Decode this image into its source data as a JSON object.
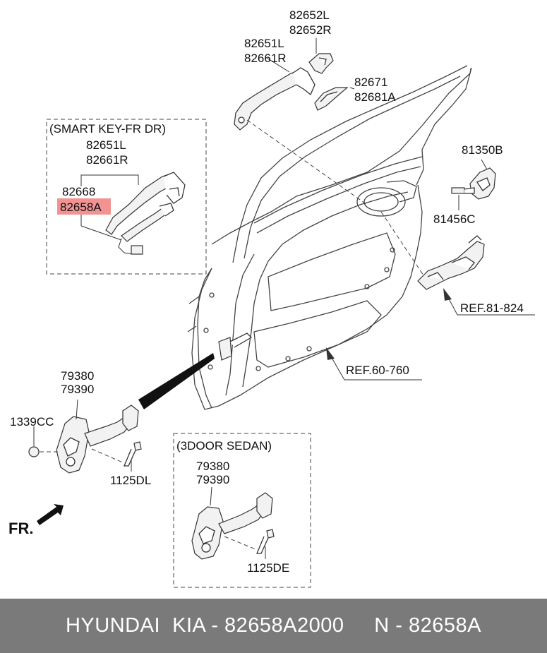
{
  "labels": {
    "handle_top_upper": "82652L",
    "handle_top_lower": "82652R",
    "handle_l": "82651L",
    "handle_r": "82661R",
    "pad_upper": "82671",
    "pad_lower": "82681A",
    "smart_key_title": "(SMART KEY-FR DR)",
    "sk_handle_l": "82651L",
    "sk_handle_r": "82661R",
    "sk_part_a": "82668",
    "sk_part_b": "82658A",
    "striker": "81350B",
    "bolt": "81456C",
    "ref_latch": "REF.81-824",
    "ref_door": "REF.60-760",
    "checker_upper": "79380",
    "checker_lower": "79390",
    "nut": "1339CC",
    "bolt_dl": "1125DL",
    "sedan_title": "(3DOOR SEDAN)",
    "sedan_checker_upper": "79380",
    "sedan_checker_lower": "79390",
    "bolt_de": "1125DE",
    "front_marker": "FR."
  },
  "highlight_color": "#f08080",
  "footer": {
    "text": "HYUNDAI  KIA - 82658A2000     N - 82658A",
    "background": "#7a7a7a"
  }
}
